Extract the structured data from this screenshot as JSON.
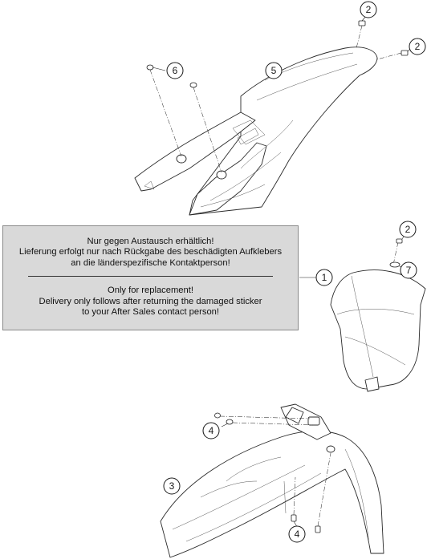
{
  "notice": {
    "german_lines": [
      "Nur gegen Austausch erhältlich!",
      "Lieferung erfolgt nur nach Rückgabe des beschädigten Aufklebers",
      "an die länderspezifische Kontaktperson!"
    ],
    "english_lines": [
      "Only for replacement!",
      "Delivery only follows after returning the damaged sticker",
      "to your After Sales contact person!"
    ]
  },
  "callouts": {
    "bolt_top": "2",
    "bolt_rear": "2",
    "rear_fender": "5",
    "screw_left": "6",
    "sticker": "1",
    "bolt_plate": "2",
    "washer_plate": "7",
    "screws_front_upper": "4",
    "front_fender": "3",
    "screws_front_lower": "4"
  }
}
